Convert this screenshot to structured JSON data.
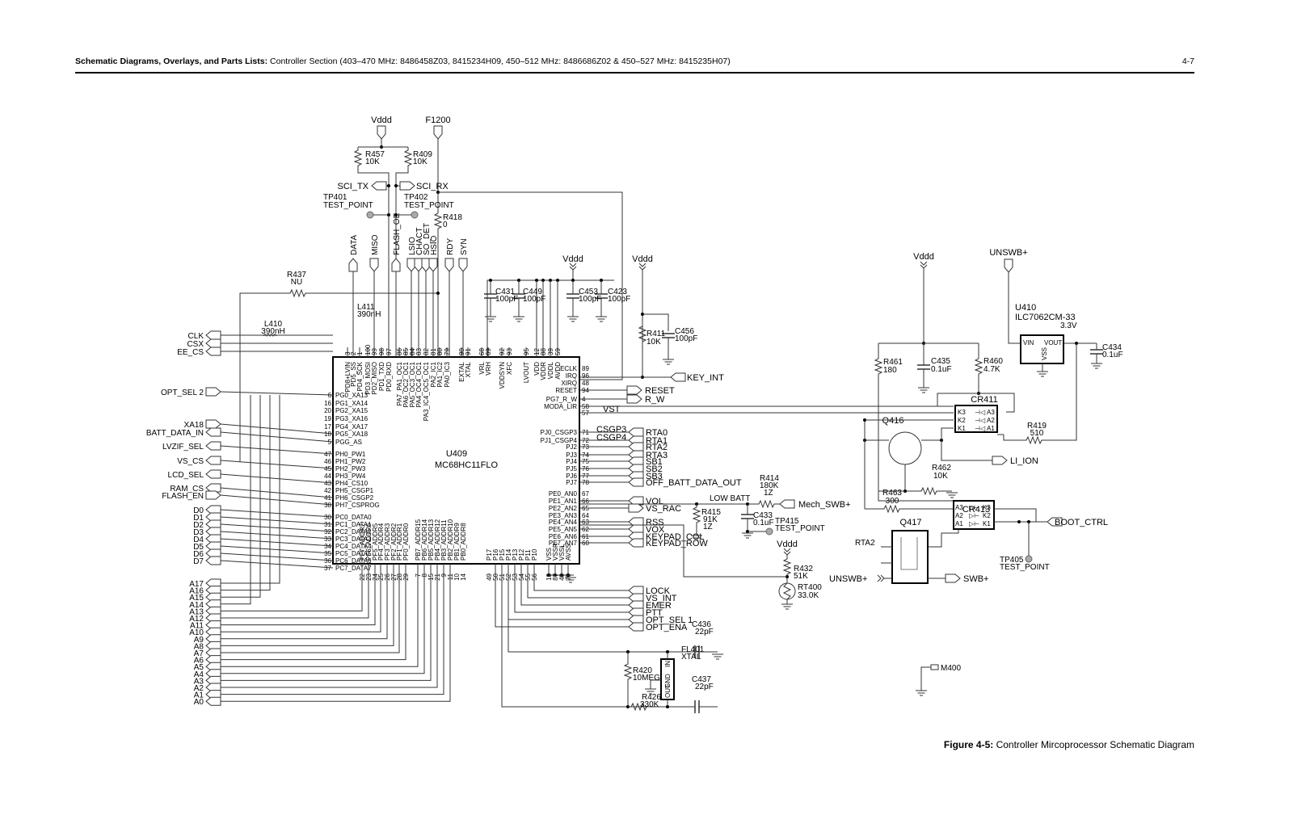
{
  "header": {
    "section_bold": "Schematic Diagrams, Overlays, and Parts Lists:",
    "section_rest": " Controller Section (403–470 MHz: 8486458Z03, 8415234H09, 450–512 MHz: 8486686Z02 & 450–527 MHz: 8415235H07)",
    "page_number": "4-7"
  },
  "caption": {
    "figure_bold": "Figure 4-5:",
    "figure_rest": " Controller Mircoprocessor Schematic Diagram"
  },
  "mcu": {
    "ref": "U409",
    "part": "MC68HC11FLO",
    "left_pins": [
      {
        "num": "6",
        "name": "PG0_XA13"
      },
      {
        "num": "16",
        "name": "PG1_XA14"
      },
      {
        "num": "20",
        "name": "PG2_XA15"
      },
      {
        "num": "19",
        "name": "PG3_XA16"
      },
      {
        "num": "17",
        "name": "PG4_XA17"
      },
      {
        "num": "18",
        "name": "PG5_XA18"
      },
      {
        "num": "5",
        "name": "PGG_AS"
      },
      {
        "num": "47",
        "name": "PH0_PW1"
      },
      {
        "num": "46",
        "name": "PH1_PW2"
      },
      {
        "num": "45",
        "name": "PH2_PW3"
      },
      {
        "num": "44",
        "name": "PH3_PW4"
      },
      {
        "num": "43",
        "name": "PH4_CS10"
      },
      {
        "num": "42",
        "name": "PH5_CSGP1"
      },
      {
        "num": "41",
        "name": "PH6_CSGP2"
      },
      {
        "num": "38",
        "name": "PH7_CSPROG"
      },
      {
        "num": "30",
        "name": "PC0_DATA0"
      },
      {
        "num": "31",
        "name": "PC1_DATA1"
      },
      {
        "num": "32",
        "name": "PC2_DATA2"
      },
      {
        "num": "33",
        "name": "PC3_DATA3"
      },
      {
        "num": "34",
        "name": "PC4_DATA4"
      },
      {
        "num": "35",
        "name": "PC5_DATA5"
      },
      {
        "num": "36",
        "name": "PC6_DATA6"
      },
      {
        "num": "37",
        "name": "PC7_DATA7"
      }
    ],
    "top_pins": [
      {
        "num": "3",
        "name": "PD8+LVIN"
      },
      {
        "num": "2",
        "name": "PD5_SS"
      },
      {
        "num": "1",
        "name": "PD4_SCK"
      },
      {
        "num": "100",
        "name": "PD3_MOSI"
      },
      {
        "num": "99",
        "name": "PD2_MISO"
      },
      {
        "num": "98",
        "name": "PD1_TXD"
      },
      {
        "num": "97",
        "name": "PD0_RXD"
      },
      {
        "num": "86",
        "name": "PA7_PA1_OC1"
      },
      {
        "num": "85",
        "name": "PA6_OC2_OC1"
      },
      {
        "num": "84",
        "name": "PA5_OC3_OC1"
      },
      {
        "num": "83",
        "name": "PA4_OC4_OC1"
      },
      {
        "num": "82",
        "name": "PA3_IC4_OC5_OC1"
      },
      {
        "num": "81",
        "name": "PA2_IC1"
      },
      {
        "num": "80",
        "name": "PA1_IC2"
      },
      {
        "num": "79",
        "name": "PA0_IC3"
      },
      {
        "num": "90",
        "name": "EXTAL"
      },
      {
        "num": "91",
        "name": "XTAL"
      },
      {
        "num": "68",
        "name": "VRL"
      },
      {
        "num": "69",
        "name": "VRH"
      },
      {
        "num": "92",
        "name": "VDDSYN"
      },
      {
        "num": "93",
        "name": "XFC"
      },
      {
        "num": "95",
        "name": "LVOUT"
      },
      {
        "num": "12",
        "name": "VDD"
      },
      {
        "num": "88",
        "name": "VDDR"
      },
      {
        "num": "39",
        "name": "VDDL"
      },
      {
        "num": "59",
        "name": "AVDD"
      }
    ],
    "right_pins": [
      {
        "num": "89",
        "name": "ECLK"
      },
      {
        "num": "96",
        "name": "IRQ"
      },
      {
        "num": "48",
        "name": "XIRQ"
      },
      {
        "num": "94",
        "name": "RESET"
      },
      {
        "num": "4",
        "name": "PG7_R_W"
      },
      {
        "num": "58",
        "name": "MODA_LIR"
      },
      {
        "num": "57",
        "name": ""
      },
      {
        "num": "71",
        "name": "PJ0_CSGP3"
      },
      {
        "num": "72",
        "name": "PJ1_CSGP4"
      },
      {
        "num": "73",
        "name": "PJ2"
      },
      {
        "num": "74",
        "name": "PJ3"
      },
      {
        "num": "75",
        "name": "PJ4"
      },
      {
        "num": "76",
        "name": "PJ5"
      },
      {
        "num": "77",
        "name": "PJ6"
      },
      {
        "num": "78",
        "name": "PJ7"
      },
      {
        "num": "67",
        "name": "PE0_AN0"
      },
      {
        "num": "66",
        "name": "PE1_AN1"
      },
      {
        "num": "65",
        "name": "PE2_AN2"
      },
      {
        "num": "64",
        "name": "PE3_AN3"
      },
      {
        "num": "63",
        "name": "PE4_AN4"
      },
      {
        "num": "62",
        "name": "PE5_AN5"
      },
      {
        "num": "61",
        "name": "PE6_AN6"
      },
      {
        "num": "60",
        "name": "PE7_AN7"
      }
    ],
    "bottom_pins": [
      {
        "num": "22",
        "name": "PF7_ADDR7"
      },
      {
        "num": "23",
        "name": "PF6_ADDR6"
      },
      {
        "num": "24",
        "name": "PF5_ADDR5"
      },
      {
        "num": "25",
        "name": "PF4_ADDR4"
      },
      {
        "num": "26",
        "name": "PF3_ADDR3"
      },
      {
        "num": "27",
        "name": "PF2_ADDR2"
      },
      {
        "num": "28",
        "name": "PF1_ADDR1"
      },
      {
        "num": "29",
        "name": "PF0_ADDR0"
      },
      {
        "num": "7",
        "name": "PB7_ADDR15"
      },
      {
        "num": "8",
        "name": "PB6_ADDR14"
      },
      {
        "num": "15",
        "name": "PB5_ADDR13"
      },
      {
        "num": "21",
        "name": "PB4_ADDR12"
      },
      {
        "num": "9",
        "name": "PB3_ADDR11"
      },
      {
        "num": "11",
        "name": "PB2_ADDR10"
      },
      {
        "num": "10",
        "name": "PB1_ADDR9"
      },
      {
        "num": "14",
        "name": "PB0_ADDR8"
      },
      {
        "num": "49",
        "name": "P17"
      },
      {
        "num": "50",
        "name": "P16"
      },
      {
        "num": "51",
        "name": "P15"
      },
      {
        "num": "52",
        "name": "P14"
      },
      {
        "num": "53",
        "name": "P13"
      },
      {
        "num": "54",
        "name": "P12"
      },
      {
        "num": "55",
        "name": "P11"
      },
      {
        "num": "56",
        "name": "P10"
      },
      {
        "num": "13",
        "name": "VSS"
      },
      {
        "num": "87",
        "name": "VSSR"
      },
      {
        "num": "40",
        "name": "VSSL"
      },
      {
        "num": "70",
        "name": "AVSS"
      }
    ]
  },
  "left_signals": [
    "CLK",
    "CSX",
    "EE_CS",
    "OPT_SEL 2",
    "XA18",
    "BATT_DATA_IN",
    "LVZIF_SEL",
    "VS_CS",
    "LCD_SEL",
    "RAM_CS",
    "FLASH_EN"
  ],
  "data_bus": [
    "D0",
    "D1",
    "D2",
    "D3",
    "D4",
    "D5",
    "D6",
    "D7"
  ],
  "address_bus": [
    "A17",
    "A16",
    "A15",
    "A14",
    "A13",
    "A12",
    "A11",
    "A10",
    "A9",
    "A8",
    "A7",
    "A6",
    "A5",
    "A4",
    "A3",
    "A2",
    "A1",
    "A0"
  ],
  "top_signals": [
    "DATA",
    "MISO",
    "FLASH_OE",
    "LSIO",
    "CHACT",
    "SO_DET",
    "HSIO",
    "RDY",
    "SYN"
  ],
  "right_signals_a": [
    "KEY_INT",
    "RESET",
    "R_W",
    "VST",
    "CSGP3",
    "CSGP4"
  ],
  "rta_signals": [
    "RTA0",
    "RTA1",
    "RTA2",
    "RTA3",
    "SB1",
    "SB2",
    "SB3",
    "OFF_BATT_DATA_OUT"
  ],
  "pe_signals": [
    "VOL",
    "VS_RAC",
    "RSS",
    "VOX",
    "KEYPAD_COL",
    "KEYPAD_ROW"
  ],
  "port1_signals": [
    "LOCK",
    "VS_INT",
    "EMER",
    "PTT",
    "OPT_SEL 1",
    "OPT_ENA"
  ],
  "labels": {
    "vddd": "Vddd",
    "f1200": "F1200",
    "sci_tx": "SCI_TX",
    "sci_rx": "SCI_RX",
    "tp401": "TP401",
    "tp402": "TP402",
    "test_point": "TEST_POINT",
    "low_batt": "LOW BATT",
    "mech_swb": "Mech_SWB+",
    "tp415": "TP415",
    "unswb": "UNSWB+",
    "swb": "SWB+",
    "li_ion": "LI_ION",
    "boot_ctrl": "BOOT_CTRL",
    "tp405": "TP405",
    "rta2": "RTA2",
    "m400": "M400",
    "v33": "3.3V"
  },
  "components": {
    "R457": {
      "ref": "R457",
      "value": "10K"
    },
    "R409": {
      "ref": "R409",
      "value": "10K"
    },
    "R418": {
      "ref": "R418",
      "value": "0"
    },
    "R437": {
      "ref": "R437",
      "value": "NU"
    },
    "L411": {
      "ref": "L411",
      "value": "390nH"
    },
    "L410": {
      "ref": "L410",
      "value": "390nH"
    },
    "C431": {
      "ref": "C431",
      "value": "100pF"
    },
    "C449": {
      "ref": "C449",
      "value": "100pF"
    },
    "C453": {
      "ref": "C453",
      "value": "100pF"
    },
    "C423": {
      "ref": "C423",
      "value": "100pF"
    },
    "R411": {
      "ref": "R411",
      "value": "10K"
    },
    "C456": {
      "ref": "C456",
      "value": "100pF"
    },
    "R414": {
      "ref": "R414",
      "value": "180K",
      "tol": "1Z"
    },
    "R415": {
      "ref": "R415",
      "value": "91K",
      "tol": "1Z"
    },
    "C433": {
      "ref": "C433",
      "value": "0.1uF"
    },
    "R432": {
      "ref": "R432",
      "value": "51K"
    },
    "RT400": {
      "ref": "RT400",
      "value": "33.0K"
    },
    "C436": {
      "ref": "C436",
      "value": "22pF"
    },
    "C437": {
      "ref": "C437",
      "value": "22pF"
    },
    "R420": {
      "ref": "R420",
      "value": "10MEG"
    },
    "R426": {
      "ref": "R426",
      "value": "330K"
    },
    "FL401": {
      "ref": "FL401",
      "value": "XTAL"
    },
    "R461": {
      "ref": "R461",
      "value": "180"
    },
    "C435": {
      "ref": "C435",
      "value": "0.1uF"
    },
    "R460": {
      "ref": "R460",
      "value": "4.7K"
    },
    "U410": {
      "ref": "U410",
      "value": "ILC7062CM-33"
    },
    "C434": {
      "ref": "C434",
      "value": "0.1uF"
    },
    "CR411": {
      "ref": "CR411",
      "value": ""
    },
    "Q416": {
      "ref": "Q416",
      "value": ""
    },
    "R419": {
      "ref": "R419",
      "value": "510"
    },
    "R462": {
      "ref": "R462",
      "value": "10K"
    },
    "R463": {
      "ref": "R463",
      "value": "300"
    },
    "CR413": {
      "ref": "CR413",
      "value": ""
    },
    "Q417": {
      "ref": "Q417",
      "value": ""
    }
  },
  "u410_pins": {
    "vin": "VIN",
    "vout": "VOUT",
    "vss": "VSS"
  },
  "fl401_pins": {
    "in": "IN",
    "gnd": "GND",
    "out": "OUT"
  },
  "cr411_pins": [
    "K3",
    "K2",
    "K1",
    "A3",
    "A2",
    "A1"
  ],
  "cr413_pins": [
    "A3",
    "A2",
    "A1",
    "K3",
    "K2",
    "K1"
  ]
}
